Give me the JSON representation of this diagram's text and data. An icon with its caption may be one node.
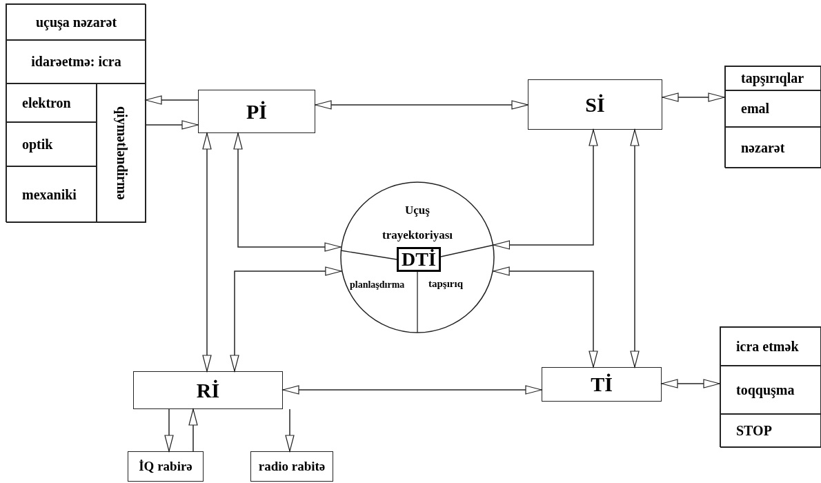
{
  "diagram": {
    "nodes": [
      {
        "text": [],
        "shape": "box"
      },
      {
        "text": [
          "uçuşa nəzarət"
        ],
        "in": 0
      },
      {
        "text": [
          "idarəetmə: icra"
        ],
        "in": 0
      },
      {
        "text": [
          "elektron"
        ],
        "in": 0
      },
      {
        "text": [
          "optik"
        ],
        "in": 0
      },
      {
        "text": [
          "mexaniki"
        ],
        "in": 0
      },
      {
        "text": [
          "qiymətləndirmə"
        ],
        "in": 0
      },
      {
        "text": [
          "Pİ"
        ]
      },
      {
        "text": [
          "Sİ"
        ]
      },
      {
        "text": [],
        "shape": "box"
      },
      {
        "text": [
          "tapşırıqlar"
        ],
        "in": 9
      },
      {
        "text": [
          "emal"
        ],
        "in": 9
      },
      {
        "text": [
          "nəzarət"
        ],
        "in": 9
      },
      {
        "text": [
          "Uçuş trayektoriyası",
          "DTİ",
          "planlaşdırma",
          "tapşırıq"
        ]
      },
      {
        "text": [
          "Rİ"
        ]
      },
      {
        "text": [
          "Tİ"
        ]
      },
      {
        "text": [],
        "shape": "box"
      },
      {
        "text": [
          "icra etmək"
        ],
        "in": 16
      },
      {
        "text": [
          "toqquşma"
        ],
        "in": 16
      },
      {
        "text": [
          "STOP"
        ],
        "in": 16
      },
      {
        "text": [
          "İQ rabirə"
        ]
      },
      {
        "text": [
          "radio rabitə"
        ]
      }
    ],
    "edges": [
      {
        "from": 7,
        "to": 0,
        "arrow": "to"
      },
      {
        "from": 0,
        "to": 7,
        "arrow": "to"
      },
      {
        "from": 7,
        "to": 8,
        "arrow": "both"
      },
      {
        "from": 8,
        "to": 9,
        "arrow": "both"
      },
      {
        "from": 7,
        "to": 14,
        "arrow": "both"
      },
      {
        "from": 7,
        "to": 13,
        "arrow": "both"
      },
      {
        "from": 14,
        "to": 13,
        "arrow": "both"
      },
      {
        "from": 8,
        "to": 13,
        "arrow": "both"
      },
      {
        "from": 15,
        "to": 13,
        "arrow": "both"
      },
      {
        "from": 8,
        "to": 15,
        "arrow": "both"
      },
      {
        "from": 14,
        "to": 15,
        "arrow": "both"
      },
      {
        "from": 15,
        "to": 16,
        "arrow": "both"
      },
      {
        "from": 14,
        "to": 20,
        "arrow": "to"
      },
      {
        "from": 20,
        "to": 14,
        "arrow": "to"
      },
      {
        "from": 14,
        "to": 21,
        "arrow": "to"
      }
    ]
  }
}
